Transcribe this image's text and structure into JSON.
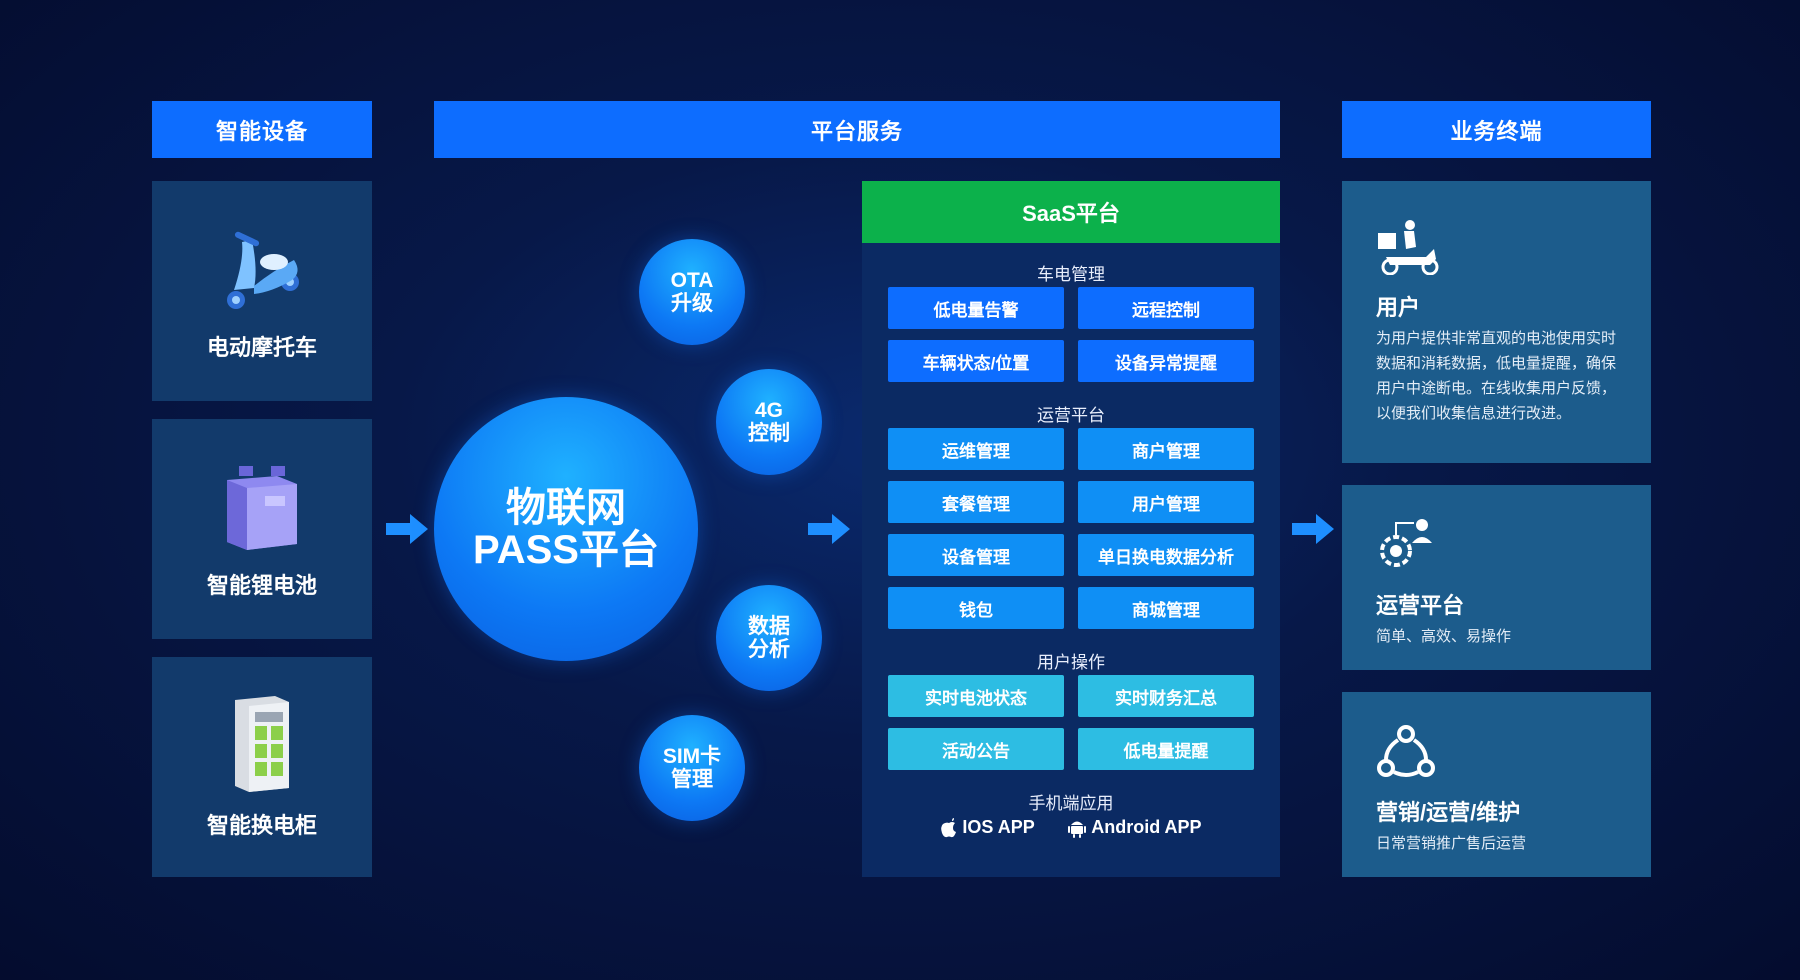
{
  "columns": {
    "devices": "智能设备",
    "platform": "平台服务",
    "terminals": "业务终端"
  },
  "devices": [
    {
      "label": "电动摩托车",
      "icon": "scooter-icon"
    },
    {
      "label": "智能锂电池",
      "icon": "battery-icon"
    },
    {
      "label": "智能换电柜",
      "icon": "battery-cabinet-icon"
    }
  ],
  "core": {
    "line1": "物联网",
    "line2": "PASS平台"
  },
  "bubbles": [
    "OTA\n升级",
    "4G\n控制",
    "数据\n分析",
    "SIM卡\n管理"
  ],
  "saas": {
    "title": "SaaS平台",
    "sections": [
      {
        "title": "车电管理",
        "items": [
          "低电量告警",
          "远程控制",
          "车辆状态/位置",
          "设备异常提醒"
        ]
      },
      {
        "title": "运营平台",
        "items": [
          "运维管理",
          "商户管理",
          "套餐管理",
          "用户管理",
          "设备管理",
          "单日换电数据分析",
          "钱包",
          "商城管理"
        ]
      },
      {
        "title": "用户操作",
        "items": [
          "实时电池状态",
          "实时财务汇总",
          "活动公告",
          "低电量提醒"
        ]
      }
    ],
    "mobile": {
      "title": "手机端应用",
      "ios": "IOS APP",
      "android": "Android APP"
    }
  },
  "terminals": [
    {
      "title": "用户",
      "desc": "为用户提供非常直观的电池使用实时数据和消耗数据，低电量提醒，确保用户中途断电。在线收集用户反馈，以便我们收集信息进行改进。",
      "icon": "delivery-rider-icon"
    },
    {
      "title": "运营平台",
      "desc": "简单、高效、易操作",
      "icon": "gear-user-icon"
    },
    {
      "title": "营销/运营/维护",
      "desc": "日常营销推广售后运营",
      "icon": "network-icon"
    }
  ],
  "colors": {
    "header": "#0d6dff",
    "saas_title": "#0cb14b",
    "card": "#123a6b",
    "right_card": "#1c5c8c"
  }
}
